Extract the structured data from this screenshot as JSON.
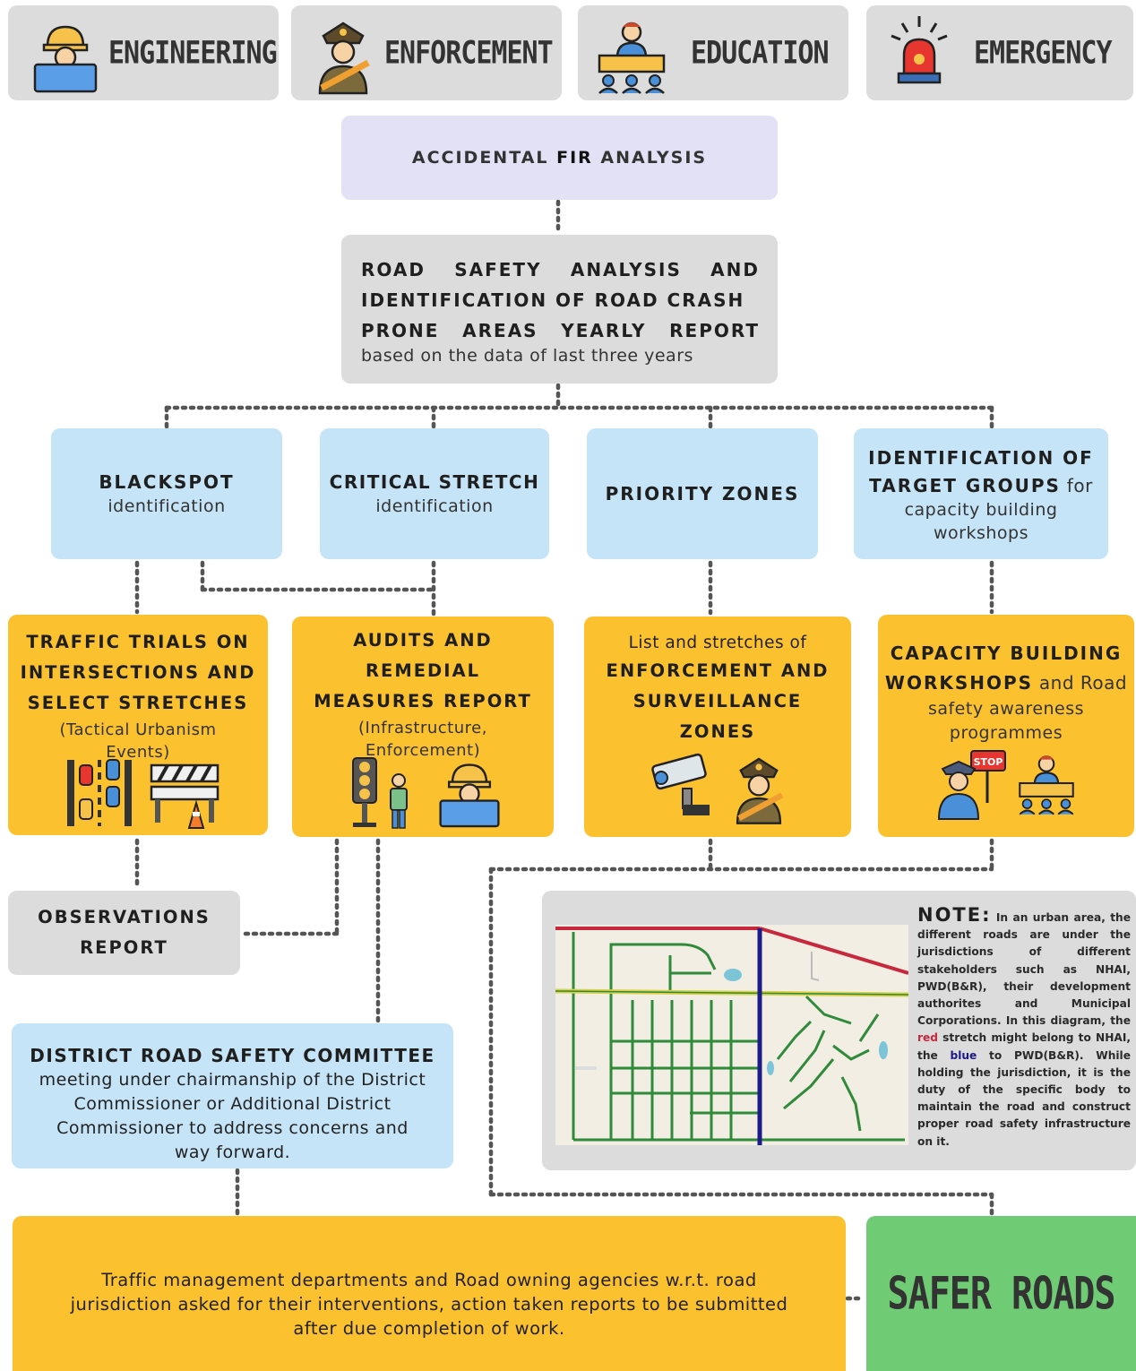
{
  "top": {
    "engineering": "ENGINEERING",
    "enforcement": "ENFORCEMENT",
    "education": "EDUCATION",
    "emergency": "EMERGENCY"
  },
  "fir": {
    "title_pre": "ACCIDENTAL ",
    "title_bold": "FIR",
    "title_post": " ANALYSIS"
  },
  "analysis": {
    "line1": "ROAD SAFETY ANALYSIS AND",
    "line2": "IDENTIFICATION OF ROAD CRASH",
    "line3": "PRONE AREAS YEARLY REPORT",
    "sub": "based on the data of last three years"
  },
  "row2": {
    "blackspot_title": "BLACKSPOT",
    "blackspot_sub": "identification",
    "critical_title": "CRITICAL STRETCH",
    "critical_sub": "identification",
    "priority_title": "PRIORITY ZONES",
    "target_title1": "IDENTIFICATION OF",
    "target_title2": "TARGET GROUPS",
    "target_for": " for",
    "target_sub1": "capacity building",
    "target_sub2": "workshops"
  },
  "row3": {
    "trials_l1": "TRAFFIC TRIALS ON",
    "trials_l2": "INTERSECTIONS AND",
    "trials_l3": "SELECT STRETCHES",
    "trials_sub1": "(Tactical Urbanism",
    "trials_sub2": "Events)",
    "audits_l1": "AUDITS AND",
    "audits_l2": "REMEDIAL",
    "audits_l3": "MEASURES REPORT",
    "audits_sub1": "(Infrastructure,",
    "audits_sub2": "Enforcement)",
    "enf_pre": "List and stretches of",
    "enf_l1": "ENFORCEMENT AND",
    "enf_l2": "SURVEILLANCE",
    "enf_l3": "ZONES",
    "cap_l1": "CAPACITY BUILDING",
    "cap_l2": "WORKSHOPS",
    "cap_and": " and Road",
    "cap_sub1": "safety awareness",
    "cap_sub2": "programmes",
    "stop_sign": "STOP"
  },
  "observations": {
    "l1": "OBSERVATIONS",
    "l2": "REPORT"
  },
  "drsc": {
    "title": "DISTRICT ROAD SAFETY COMMITTEE",
    "l1": "meeting under chairmanship of the District",
    "l2": "Commissioner or Additional District",
    "l3": "Commissioner to address concerns and",
    "l4": "way forward."
  },
  "note": {
    "heading": "NOTE:",
    "text1": " In an urban area, the different roads are under the jurisdictions of different stakeholders such as NHAI, PWD(B&R), their development authorites and Municipal Corporations. In this diagram, the ",
    "red": "red",
    "text2": " stretch might belong to NHAI, the ",
    "blue": "blue",
    "text3": " to PWD(B&R). While holding the jurisdiction, it is the duty of the specific body to maintain the road and construct proper road safety infrastructure on it."
  },
  "bottom": {
    "l1": "Traffic management departments and Road owning agencies w.r.t. road",
    "l2": "jurisdiction asked for their interventions, action taken reports to be submitted",
    "l3": "after due completion of work."
  },
  "safer": "SAFER ROADS",
  "colors": {
    "yellow": "#fcc12f",
    "blue": "#c5e4f7",
    "grey": "#dcdcdc",
    "lavender": "#e2e1f6",
    "green": "#6fcc74",
    "map_red": "#c8283c",
    "map_blue": "#1d1a8a",
    "map_green": "#2f8a3a"
  },
  "icons": [
    "engineer-icon",
    "police-officer-icon",
    "classroom-icon",
    "siren-icon",
    "traffic-lanes-icon",
    "road-barrier-icon",
    "traffic-light-icon",
    "pedestrian-icon",
    "cctv-camera-icon",
    "stop-sign-officer-icon"
  ]
}
